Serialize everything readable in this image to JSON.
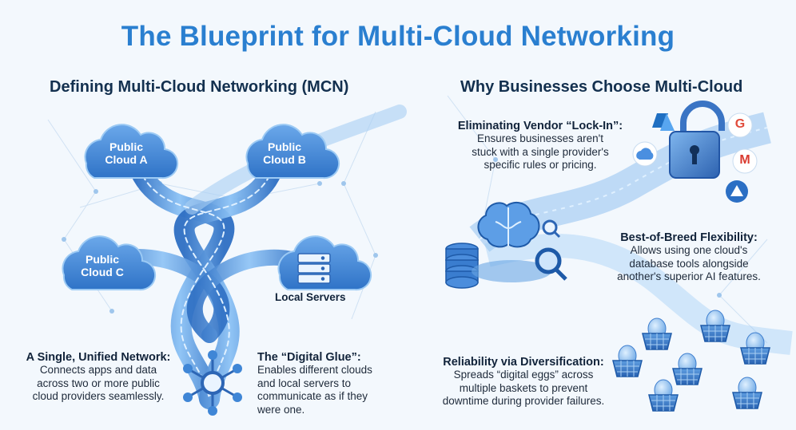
{
  "title": "The Blueprint for Multi-Cloud Networking",
  "left": {
    "heading": "Defining Multi-Cloud Networking (MCN)",
    "clouds": [
      {
        "label_line1": "Public",
        "label_line2": "Cloud A"
      },
      {
        "label_line1": "Public",
        "label_line2": "Cloud B"
      },
      {
        "label_line1": "Public",
        "label_line2": "Cloud C"
      }
    ],
    "local_servers_label": "Local Servers",
    "unified": {
      "title": "A Single, Unified Network:",
      "lines": [
        "Connects apps and data",
        "across two or more public",
        "cloud providers seamlessly."
      ]
    },
    "glue": {
      "title": "The “Digital Glue”:",
      "lines": [
        "Enables different clouds",
        "and local servers to",
        "communicate as if they",
        "were one."
      ]
    }
  },
  "right": {
    "heading": "Why Businesses Choose Multi-Cloud",
    "lockin": {
      "title": "Eliminating Vendor “Lock-In”:",
      "lines": [
        "Ensures businesses aren't",
        "stuck with a single provider's",
        "specific rules or pricing."
      ]
    },
    "flex": {
      "title": "Best-of-Breed Flexibility:",
      "lines": [
        "Allows using one cloud's",
        "database tools alongside",
        "another's superior AI features."
      ]
    },
    "reliability": {
      "title": "Reliability via Diversification:",
      "lines": [
        "Spreads “digital eggs” across",
        "multiple baskets to prevent",
        "downtime during provider failures."
      ]
    },
    "provider_letters": {
      "azure": "A",
      "google": "G",
      "gmail": "M"
    }
  },
  "colors": {
    "title": "#2a7fd0",
    "heading": "#13304f",
    "cloud": "#3f86d6",
    "stream": "#5aa2e6",
    "accent": "#1f6fc2"
  },
  "icons": [
    "cloud-icon",
    "server-icon",
    "hub-network-icon",
    "padlock-icon",
    "database-icon",
    "brain-icon",
    "magnifier-icon",
    "basket-icon",
    "egg-icon"
  ]
}
